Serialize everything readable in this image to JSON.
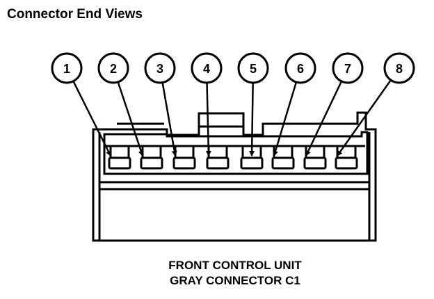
{
  "title": "Connector End Views",
  "pins": [
    "1",
    "2",
    "3",
    "4",
    "5",
    "6",
    "7",
    "8"
  ],
  "caption": {
    "line1": "FRONT CONTROL UNIT",
    "line2": "GRAY CONNECTOR C1"
  }
}
